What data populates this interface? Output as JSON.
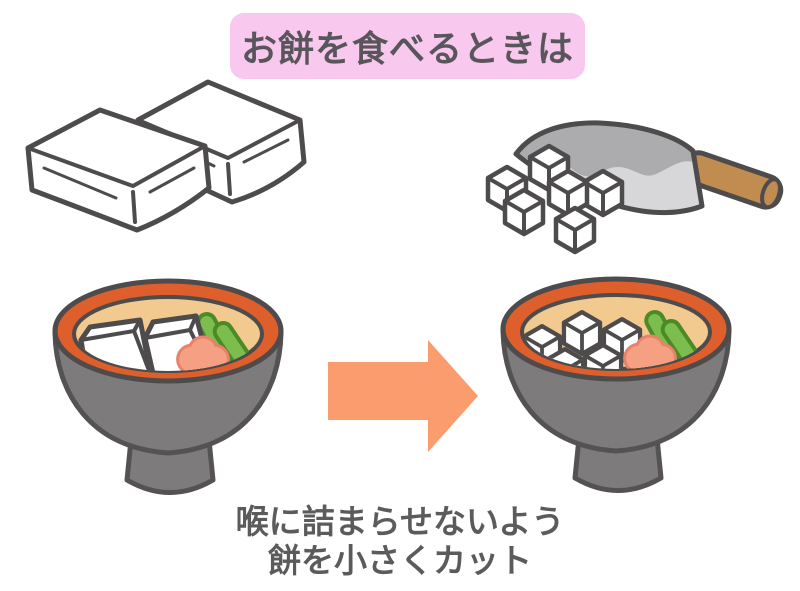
{
  "title": {
    "text": "お餅を食べるときは"
  },
  "caption": {
    "line1": "喉に詰まらせないよう",
    "line2": "餅を小さくカット"
  },
  "colors": {
    "background": "#FFFFFF",
    "title_box_bg": "#F8C8EE",
    "title_text": "#58565B",
    "caption_text": "#5B5B5B",
    "outline": "#4D4B4C",
    "mochi_white": "#FFFFFF",
    "arrow_orange": "#FA9C6D",
    "bowl_gray": "#7E7B7C",
    "bowl_outline": "#555254",
    "rim_orange": "#DE5F2B",
    "soup_tan": "#F2C98E",
    "veg_green": "#7CBE4D",
    "veg_outline": "#4C8A28",
    "flower_pink": "#F5A083",
    "flower_outline": "#E8826B",
    "blade_light": "#D7D7D9",
    "blade_dark": "#ACACAE",
    "handle_brown": "#C18C50"
  }
}
